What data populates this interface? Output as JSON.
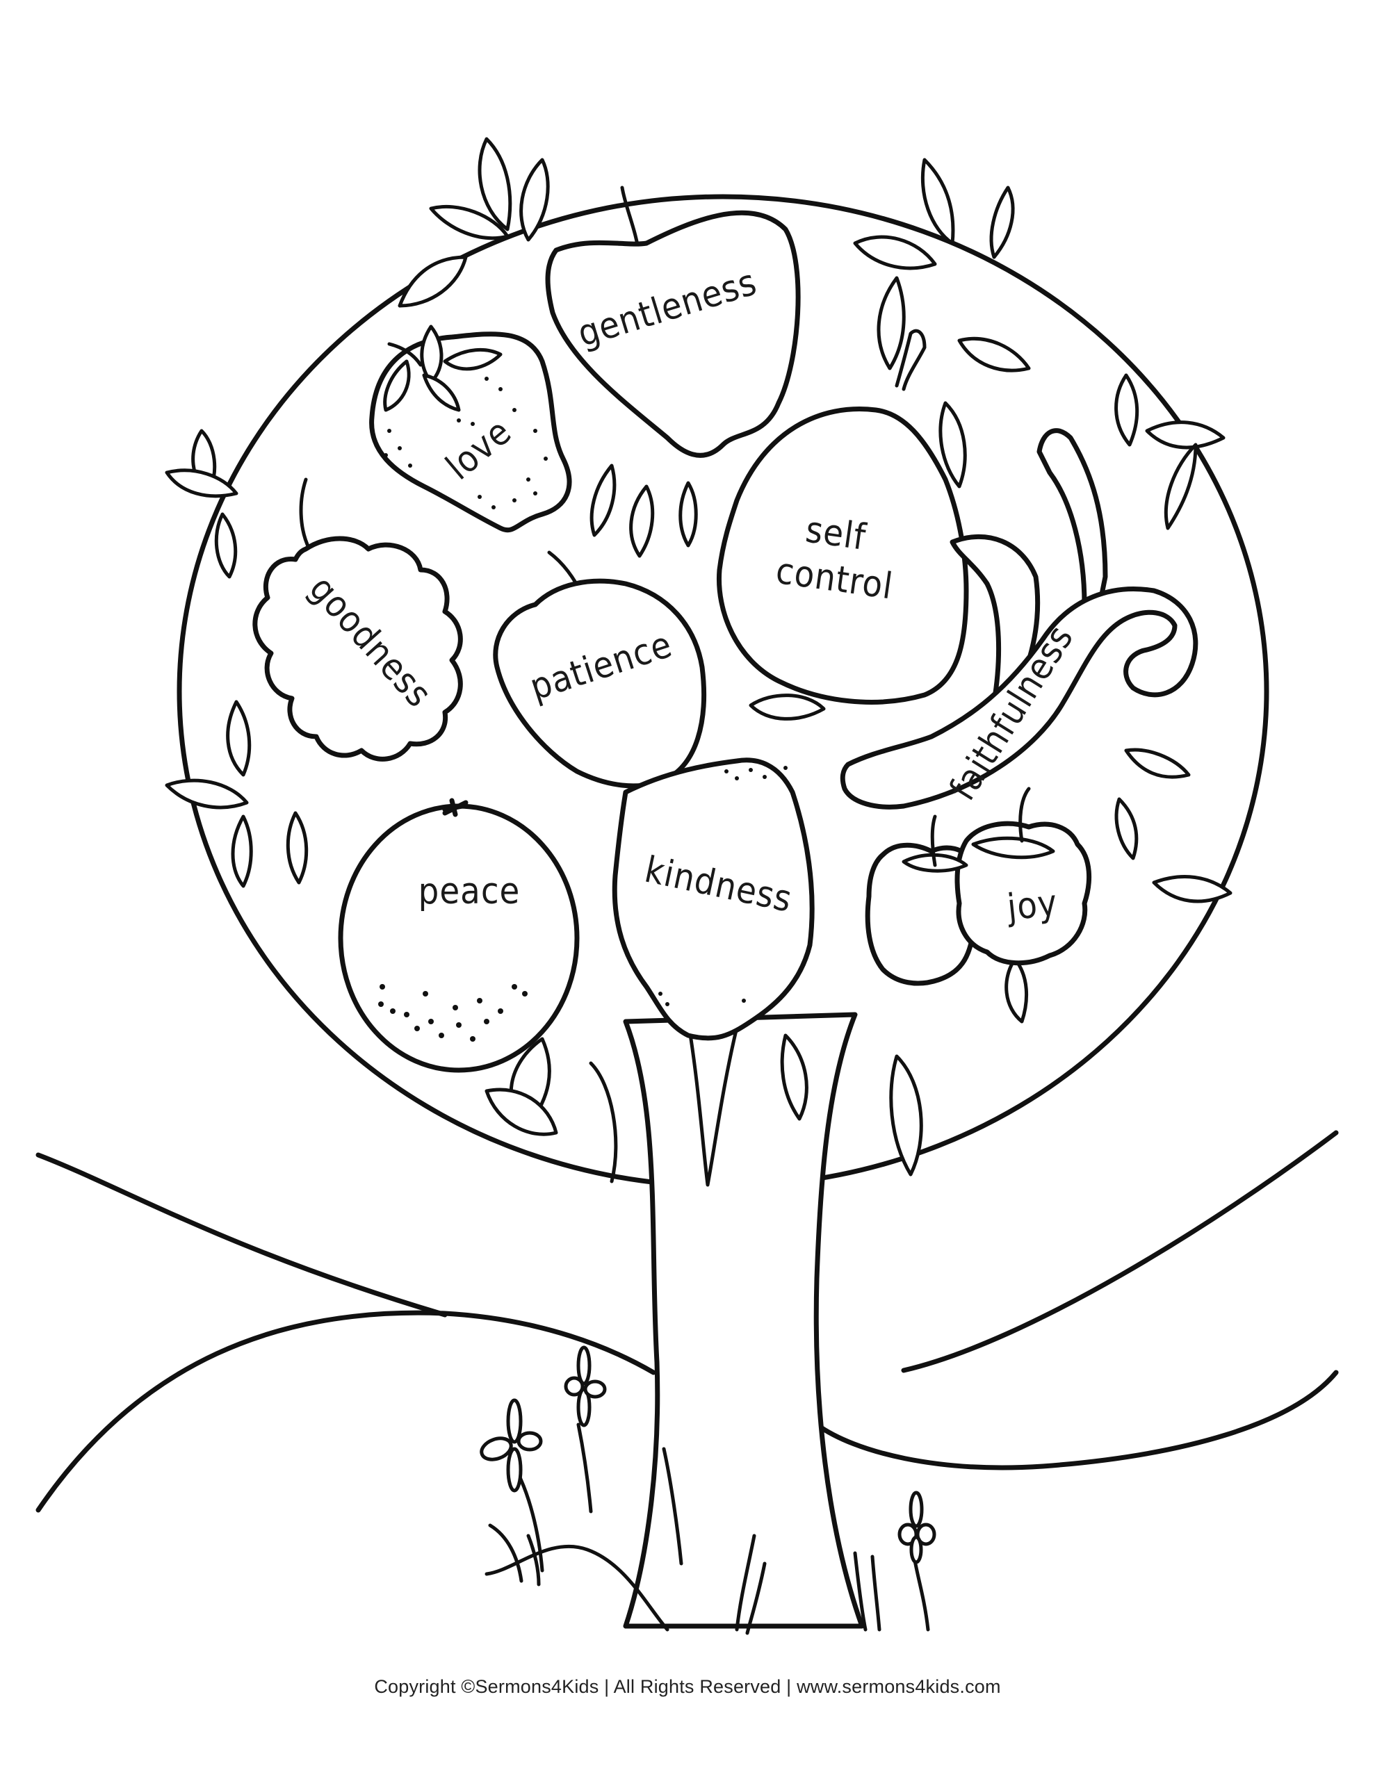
{
  "page": {
    "title": "Fruit of the Spirit Tree Coloring Page",
    "line_color": "#111111",
    "background": "#ffffff"
  },
  "fruits": [
    {
      "id": "gentleness",
      "kind": "apple",
      "label": "gentleness"
    },
    {
      "id": "love",
      "kind": "strawberry",
      "label": "love"
    },
    {
      "id": "self-control",
      "kind": "pear",
      "label_line1": "self",
      "label_line2": "control"
    },
    {
      "id": "goodness",
      "kind": "grapes",
      "label": "goodness"
    },
    {
      "id": "patience",
      "kind": "apple",
      "label": "patience"
    },
    {
      "id": "faithfulness",
      "kind": "banana",
      "label": "faithfulness"
    },
    {
      "id": "peace",
      "kind": "orange",
      "label": "peace"
    },
    {
      "id": "kindness",
      "kind": "lemon",
      "label": "kindness"
    },
    {
      "id": "joy",
      "kind": "raspberries",
      "label": "joy"
    }
  ],
  "footer": {
    "copyright": "Copyright ©Sermons4Kids | All Rights Reserved | www.sermons4kids.com"
  }
}
